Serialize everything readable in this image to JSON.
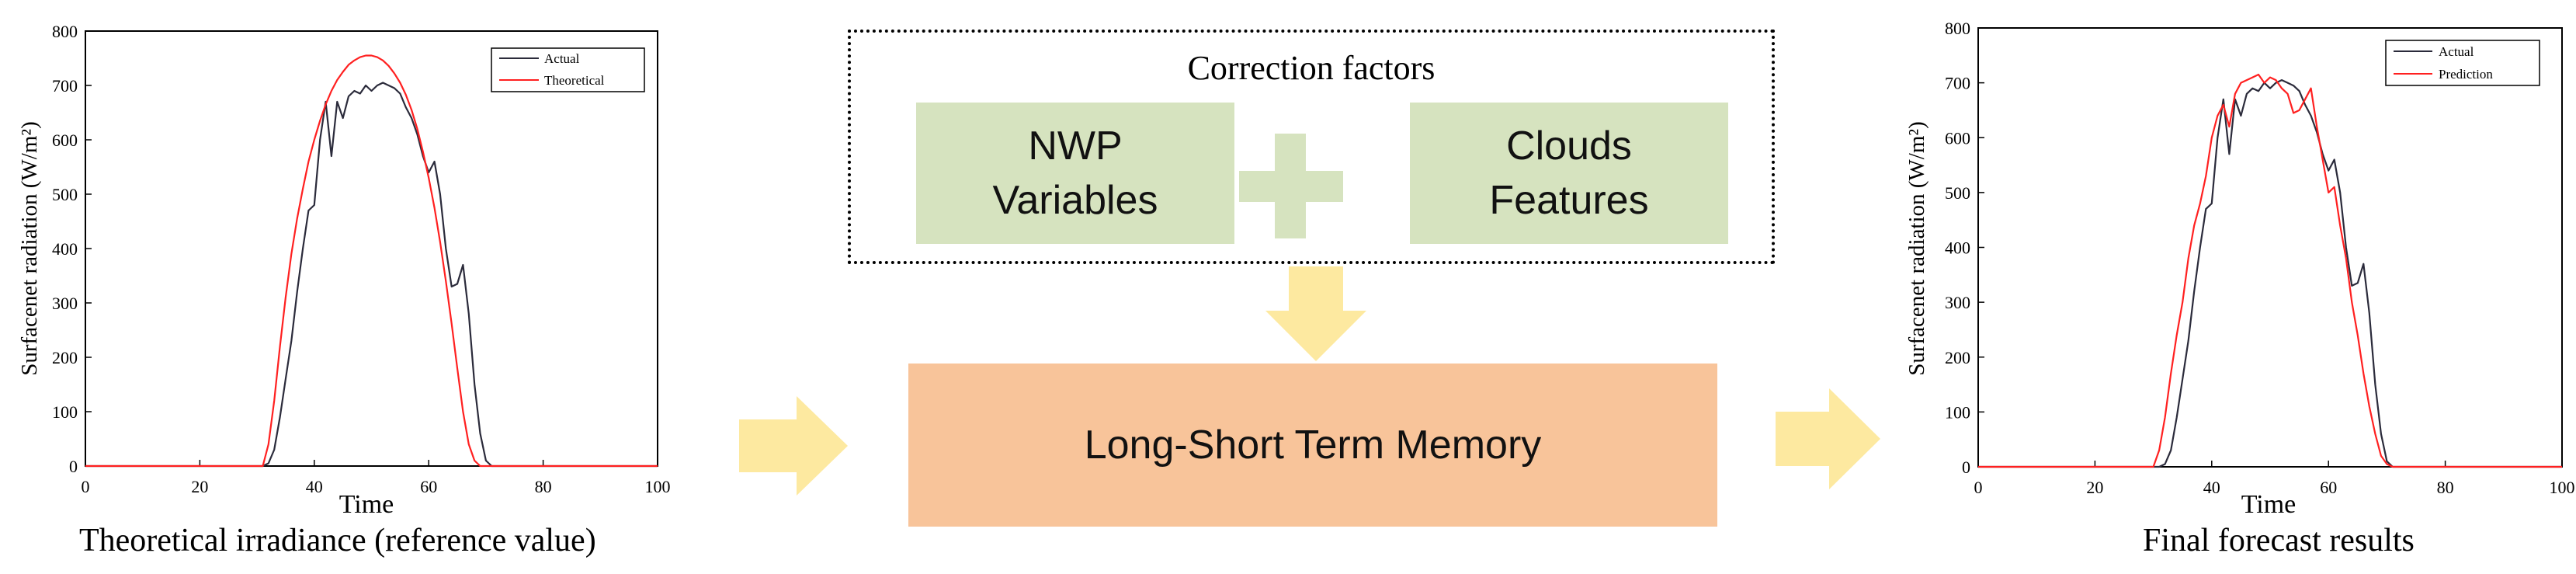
{
  "left_chart": {
    "caption": "Theoretical irradiance (reference value)",
    "xlabel": "Time",
    "ylabel": "Surfacenet radiation  (W/m²)",
    "legend": [
      "Actual",
      "Theoretical"
    ]
  },
  "right_chart": {
    "caption": "Final forecast results",
    "xlabel": "Time",
    "ylabel": "Surfacenet radiation  (W/m²)",
    "legend": [
      "Actual",
      "Prediction"
    ]
  },
  "correction": {
    "title": "Correction factors",
    "box1": [
      "NWP",
      "Variables"
    ],
    "box2": [
      "Clouds",
      "Features"
    ]
  },
  "lstm": {
    "label": "Long-Short Term Memory"
  },
  "colors": {
    "actual": "#2b2b3b",
    "theoretical": "#ff2020",
    "prediction": "#ff2020",
    "green_box": "#d6e3bf",
    "orange_box": "#f8c49a",
    "arrow": "#fde9a0"
  },
  "chart_data": [
    {
      "type": "line",
      "xlim": [
        0,
        100
      ],
      "ylim": [
        0,
        800
      ],
      "xticks": [
        0,
        20,
        40,
        60,
        80,
        100
      ],
      "yticks": [
        0,
        100,
        200,
        300,
        400,
        500,
        600,
        700,
        800
      ],
      "xlabel": "Time",
      "ylabel": "Surfacenet radiation  (W/m²)",
      "legend_position": "top-right",
      "series": [
        {
          "name": "Actual",
          "x": [
            0,
            31,
            32,
            33,
            34,
            35,
            36,
            37,
            38,
            39,
            40,
            41,
            42,
            43,
            44,
            45,
            46,
            47,
            48,
            49,
            50,
            51,
            52,
            53,
            54,
            55,
            56,
            57,
            58,
            59,
            60,
            61,
            62,
            63,
            64,
            65,
            66,
            67,
            68,
            69,
            70,
            71,
            72,
            100
          ],
          "y": [
            0,
            0,
            5,
            30,
            90,
            160,
            230,
            320,
            400,
            470,
            480,
            600,
            670,
            570,
            670,
            640,
            680,
            690,
            685,
            700,
            690,
            700,
            705,
            700,
            695,
            685,
            660,
            640,
            610,
            570,
            540,
            560,
            500,
            400,
            330,
            335,
            370,
            280,
            150,
            60,
            10,
            0,
            0,
            0
          ]
        },
        {
          "name": "Theoretical",
          "x": [
            0,
            31,
            32,
            33,
            34,
            35,
            36,
            37,
            38,
            39,
            40,
            41,
            42,
            43,
            44,
            45,
            46,
            47,
            48,
            49,
            50,
            51,
            52,
            53,
            54,
            55,
            56,
            57,
            58,
            59,
            60,
            61,
            62,
            63,
            64,
            65,
            66,
            67,
            68,
            69,
            70,
            71,
            72,
            100
          ],
          "y": [
            0,
            0,
            40,
            120,
            220,
            310,
            390,
            455,
            510,
            560,
            600,
            635,
            665,
            690,
            710,
            725,
            738,
            746,
            752,
            755,
            755,
            752,
            746,
            736,
            722,
            705,
            683,
            655,
            620,
            578,
            530,
            475,
            412,
            340,
            262,
            180,
            100,
            40,
            10,
            0,
            0,
            0,
            0,
            0
          ]
        }
      ]
    },
    {
      "type": "line",
      "xlim": [
        0,
        100
      ],
      "ylim": [
        0,
        800
      ],
      "xticks": [
        0,
        20,
        40,
        60,
        80,
        100
      ],
      "yticks": [
        0,
        100,
        200,
        300,
        400,
        500,
        600,
        700,
        800
      ],
      "xlabel": "Time",
      "ylabel": "Surfacenet radiation  (W/m²)",
      "legend_position": "top-right",
      "series": [
        {
          "name": "Actual",
          "x": [
            0,
            31,
            32,
            33,
            34,
            35,
            36,
            37,
            38,
            39,
            40,
            41,
            42,
            43,
            44,
            45,
            46,
            47,
            48,
            49,
            50,
            51,
            52,
            53,
            54,
            55,
            56,
            57,
            58,
            59,
            60,
            61,
            62,
            63,
            64,
            65,
            66,
            67,
            68,
            69,
            70,
            71,
            72,
            100
          ],
          "y": [
            0,
            0,
            5,
            30,
            90,
            160,
            230,
            320,
            400,
            470,
            480,
            600,
            670,
            570,
            670,
            640,
            680,
            690,
            685,
            700,
            690,
            700,
            705,
            700,
            695,
            685,
            660,
            640,
            610,
            570,
            540,
            560,
            500,
            400,
            330,
            335,
            370,
            280,
            150,
            60,
            10,
            0,
            0,
            0
          ]
        },
        {
          "name": "Prediction",
          "x": [
            0,
            30,
            31,
            32,
            33,
            34,
            35,
            36,
            37,
            38,
            39,
            40,
            41,
            42,
            43,
            44,
            45,
            46,
            47,
            48,
            49,
            50,
            51,
            52,
            53,
            54,
            55,
            56,
            57,
            58,
            59,
            60,
            61,
            62,
            63,
            64,
            65,
            66,
            67,
            68,
            69,
            70,
            71,
            72,
            100
          ],
          "y": [
            0,
            0,
            30,
            90,
            170,
            240,
            300,
            380,
            440,
            480,
            530,
            600,
            640,
            660,
            620,
            680,
            700,
            705,
            710,
            715,
            700,
            710,
            705,
            690,
            680,
            645,
            650,
            670,
            690,
            620,
            560,
            500,
            510,
            440,
            380,
            300,
            240,
            170,
            110,
            60,
            20,
            5,
            0,
            0,
            0
          ]
        }
      ]
    }
  ]
}
